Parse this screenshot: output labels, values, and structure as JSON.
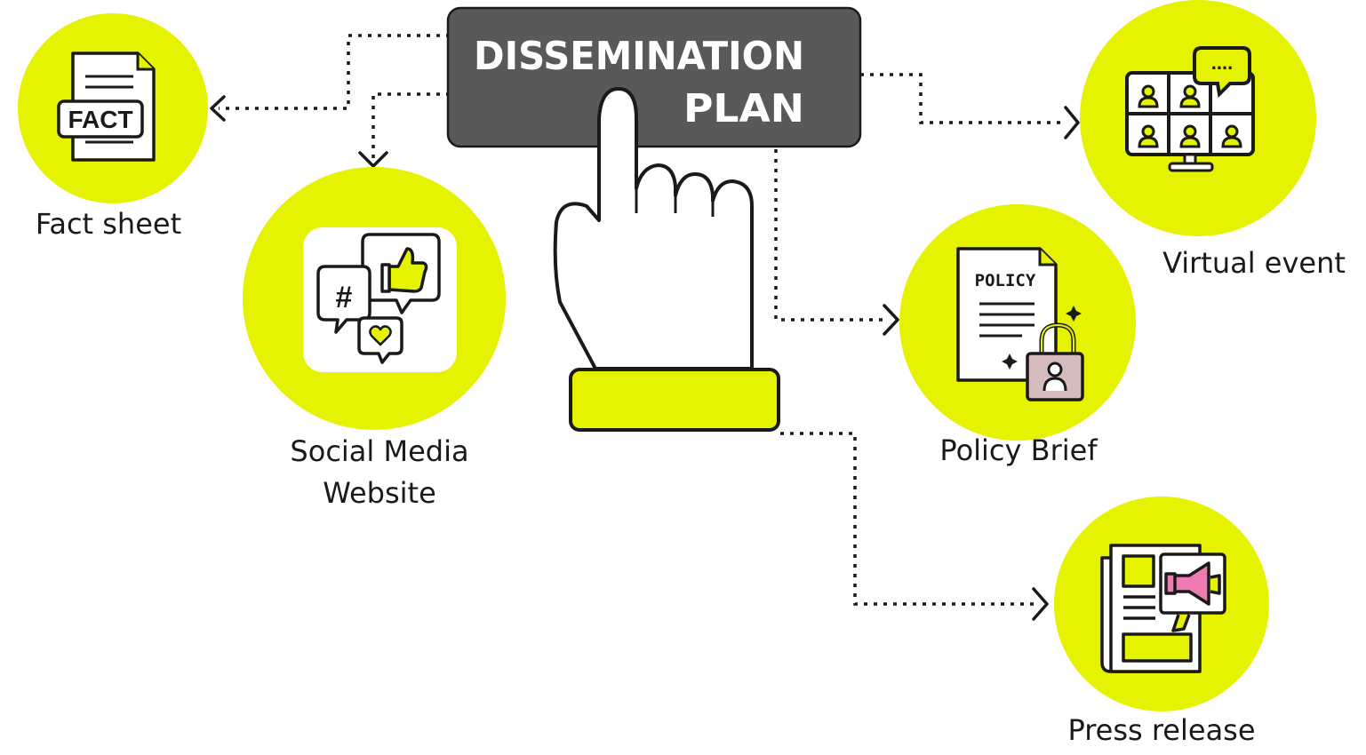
{
  "title": {
    "line1": "DISSEMINATION",
    "line2": "PLAN"
  },
  "nodes": [
    {
      "id": "fact-sheet",
      "label": "Fact sheet",
      "icon": "fact-sheet-icon",
      "icon_text": "FACT"
    },
    {
      "id": "social-media",
      "label_line1": "Social Media",
      "label_line2": "Website",
      "icon": "social-media-icon",
      "icon_text": "#"
    },
    {
      "id": "virtual-event",
      "label": "Virtual event",
      "icon": "video-conference-icon",
      "icon_text": "...."
    },
    {
      "id": "policy-brief",
      "label": "Policy Brief",
      "icon": "policy-document-icon",
      "icon_text": "POLICY"
    },
    {
      "id": "press-release",
      "label": "Press release",
      "icon": "newspaper-megaphone-icon"
    }
  ],
  "colors": {
    "accent": "#e5f200",
    "title_box": "#5b5859",
    "title_text": "#ffffff",
    "outline": "#1a1a1a",
    "connector": "#1a1a1a"
  },
  "central_graphic": "pointing-hand-icon"
}
